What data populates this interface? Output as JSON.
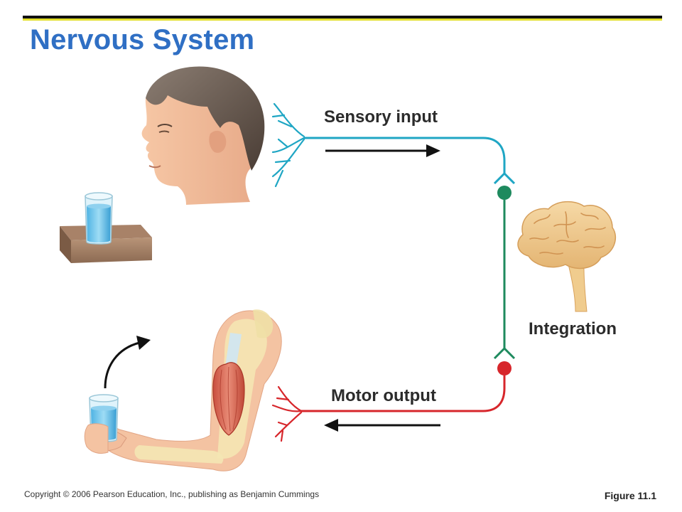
{
  "slide": {
    "title": "Nervous System",
    "copyright": "Copyright © 2006 Pearson Education, Inc., publishing as Benjamin Cummings",
    "figure": "Figure 11.1"
  },
  "diagram": {
    "labels": {
      "sensory": "Sensory input",
      "integration": "Integration",
      "motor": "Motor output"
    },
    "colors": {
      "sensory_nerve": "#1fa6c4",
      "integration_nerve": "#1e8a5e",
      "motor_nerve": "#d7262b",
      "title": "#2f6fc4",
      "rule_accent": "#e2df2a"
    },
    "icons": [
      "head-icon",
      "water-glass-icon",
      "table-icon",
      "brain-icon",
      "arm-icon",
      "muscle-icon",
      "curved-arrow-icon",
      "right-arrow-icon",
      "left-arrow-icon",
      "receptor-icon",
      "effector-icon",
      "synapse-icon"
    ]
  }
}
